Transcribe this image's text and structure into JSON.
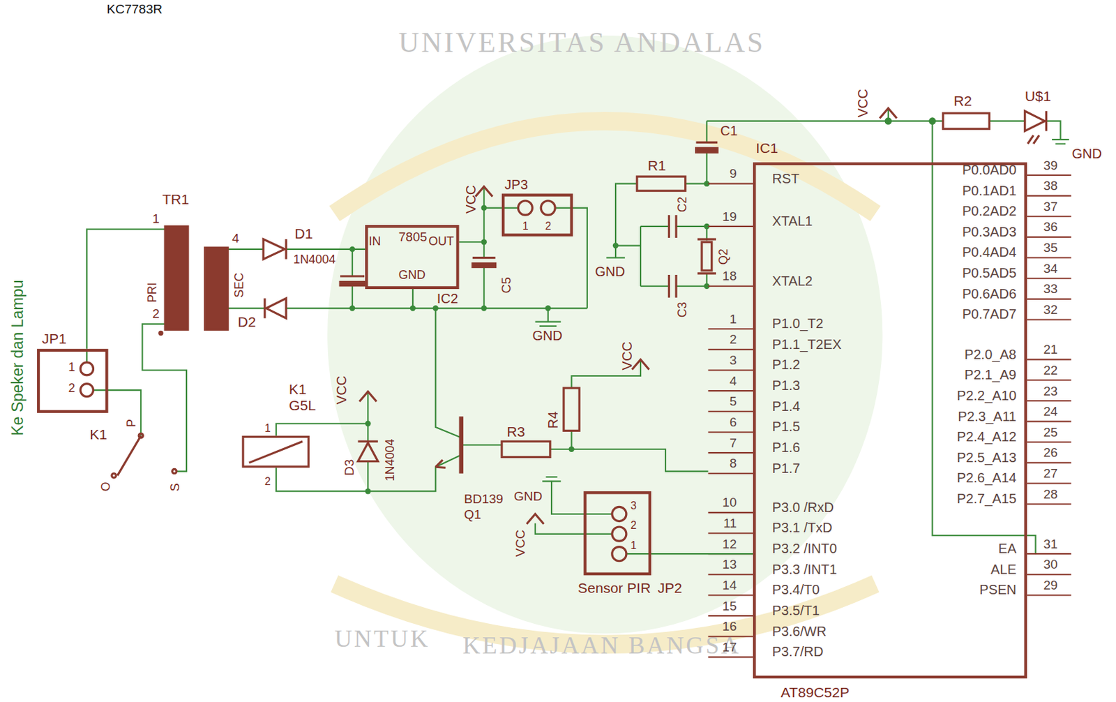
{
  "diagram": {
    "nodes": [
      {
        "text": [
          "JP1"
        ]
      },
      {
        "text": [
          "7805",
          "IC2"
        ]
      },
      {
        "text": [
          "JP3"
        ]
      },
      {
        "text": [
          "K1",
          "G5L"
        ]
      },
      {
        "text": [
          "Sensor PIR",
          "JP2"
        ]
      },
      {
        "text": [
          "IC1",
          "AT89C52P"
        ]
      }
    ],
    "edges": [
      {
        "from": 4,
        "to": 5,
        "arrow": "none"
      }
    ],
    "labels": [
      "KC7783R",
      "UNIVERSITAS ANDALAS",
      "UNTUK",
      "KEDJAJAAN BANGSA",
      "Ke Speker dan Lampu",
      "1",
      "2",
      "K1",
      "P",
      "O",
      "S",
      "TR1",
      "1",
      "PRI",
      "2",
      "4",
      "SEC",
      "D1",
      "1N4004",
      "D2",
      "IN",
      "OUT",
      "GND",
      "VCC",
      "C5",
      "1",
      "2",
      "GND",
      "VCC",
      "D3",
      "1N4004",
      "1",
      "2",
      "R3",
      "BD139",
      "Q1",
      "GND",
      "VCC",
      "VCC",
      "R4",
      "3",
      "2",
      "1",
      "C1",
      "R1",
      "GND",
      "C2",
      "C3",
      "Q2",
      "VCC",
      "R2",
      "U$1",
      "GND",
      "RST",
      "9",
      "XTAL1",
      "19",
      "XTAL2",
      "18",
      "P1.0_T2",
      "1",
      "P1.1_T2EX",
      "2",
      "P1.2",
      "3",
      "P1.3",
      "4",
      "P1.4",
      "5",
      "P1.5",
      "6",
      "P1.6",
      "7",
      "P1.7",
      "8",
      "P3.0 /RxD",
      "10",
      "P3.1 /TxD",
      "11",
      "P3.2 /INT0",
      "12",
      "P3.3 /INT1",
      "13",
      "P3.4/T0",
      "14",
      "P3.5/T1",
      "15",
      "P3.6/WR",
      "16",
      "P3.7/RD",
      "17",
      "P0.0AD0",
      "39",
      "P0.1AD1",
      "38",
      "P0.2AD2",
      "37",
      "P0.3AD3",
      "36",
      "P0.4AD4",
      "35",
      "P0.5AD5",
      "34",
      "P0.6AD6",
      "33",
      "P0.7AD7",
      "32",
      "P2.0_A8",
      "21",
      "P2.1_A9",
      "22",
      "P2.2_A10",
      "23",
      "P2.3_A11",
      "24",
      "P2.4_A12",
      "25",
      "P2.5_A13",
      "26",
      "P2.6_A14",
      "27",
      "P2.7_A15",
      "28",
      "EA",
      "31",
      "ALE",
      "30",
      "PSEN",
      "29"
    ]
  }
}
